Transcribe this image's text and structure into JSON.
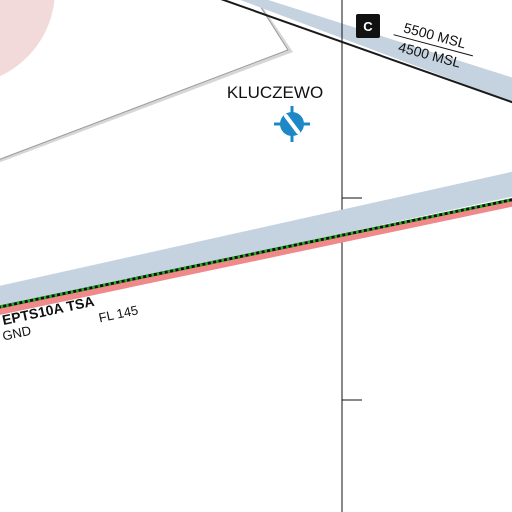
{
  "map": {
    "airport_name": "KLUCZEWO",
    "airspace_class": "C",
    "airspace_upper_limit": "5500 MSL",
    "airspace_lower_limit": "4500 MSL",
    "tsa_name": "EPTS10A TSA",
    "tsa_upper_limit": "FL 145",
    "tsa_lower_limit": "GND",
    "colors": {
      "airspace_band": "#c5d3e0",
      "tsa_green_dots": "#1db31d",
      "tsa_red_edge": "#f08a8a",
      "airport_symbol": "#1e88c7",
      "restricted_zone_fill": "#f3dada",
      "line": "#111111"
    }
  }
}
